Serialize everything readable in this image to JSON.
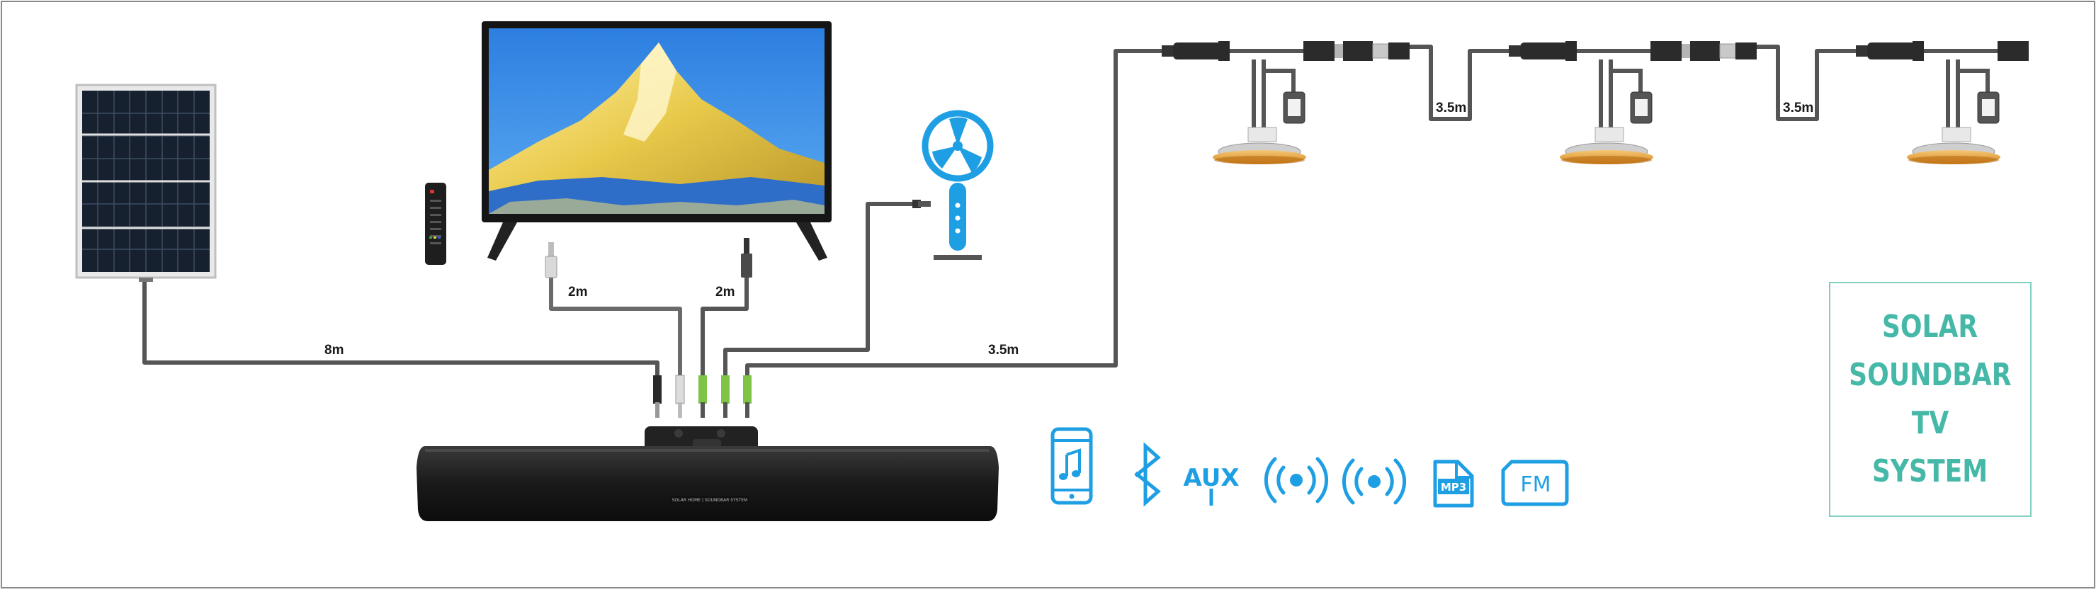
{
  "cable_labels": {
    "solar_to_soundbar": "8m",
    "aux_to_tv": "2m",
    "power_to_tv": "2m",
    "to_lights": "3.5m",
    "light_link_1": "3.5m",
    "light_link_2": "3.5m"
  },
  "soundbar": {
    "badge_text": "SOLAR HOME | SOUNDBAR SYSTEM"
  },
  "features": [
    {
      "name": "music-phone-icon"
    },
    {
      "name": "bluetooth-icon"
    },
    {
      "name": "aux-icon",
      "label": "AUX"
    },
    {
      "name": "wireless-icon-1"
    },
    {
      "name": "wireless-icon-2"
    },
    {
      "name": "mp3-icon",
      "label": "MP3"
    },
    {
      "name": "fm-icon",
      "label": "FM"
    }
  ],
  "title_lines": [
    "SOLAR",
    "SOUNDBAR",
    "TV",
    "SYSTEM"
  ],
  "colors": {
    "accent_blue": "#1e9fe3",
    "title_teal": "#45b8a7",
    "title_border": "#7fcfc2",
    "cable_gray": "#555555",
    "connector_green": "#7dc447",
    "frame_border": "#888888"
  }
}
